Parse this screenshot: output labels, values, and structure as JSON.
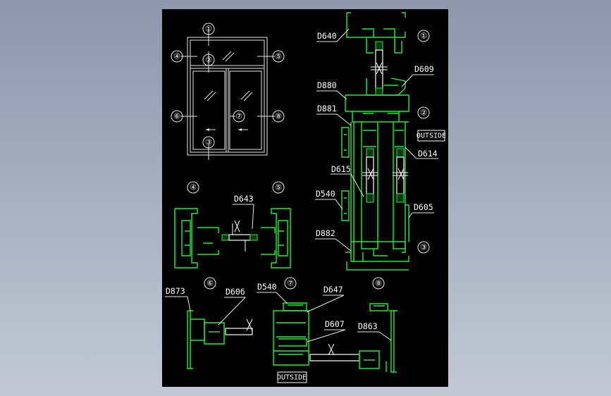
{
  "callouts": {
    "c1": "①",
    "c2": "②",
    "c3": "③",
    "c4": "④",
    "c5": "⑤",
    "c6": "⑥",
    "c7": "⑦",
    "c8": "⑧"
  },
  "labels": {
    "D640": "D640",
    "D609": "D609",
    "D880": "D880",
    "D881": "D881",
    "D614": "D614",
    "D615": "D615",
    "D540a": "D540",
    "D605": "D605",
    "D882": "D882",
    "D643": "D643",
    "D873": "D873",
    "D606": "D606",
    "D540b": "D540",
    "D647": "D647",
    "D607": "D607",
    "D863": "D863"
  },
  "outside": {
    "right_tag": "OUTSIDE",
    "bottom_tag": "OUTSIDE"
  },
  "colors": {
    "background": "#000000",
    "profile": "#27e83a",
    "linework": "#e6e6e6",
    "desktop_gradient_top": "#8d97ab",
    "desktop_gradient_bottom": "#c2c8d4"
  }
}
